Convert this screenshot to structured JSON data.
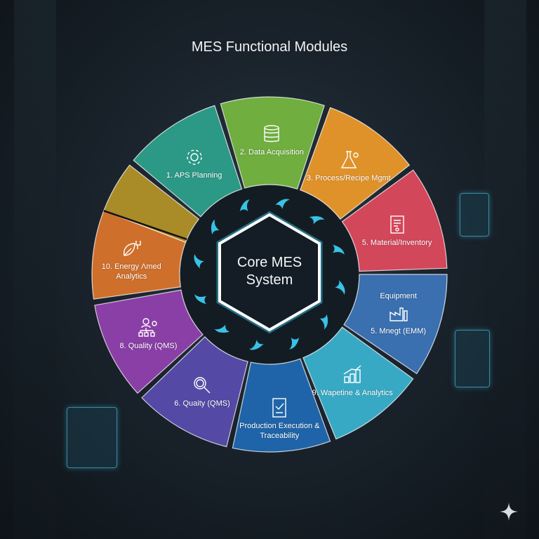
{
  "title": "MES Functional Modules",
  "center": {
    "line1": "Core MES",
    "line2": "System"
  },
  "colors": {
    "accent": "#36c3e6",
    "background": "#1a232c",
    "hex_border": "#ffffff"
  },
  "segments": [
    {
      "id": "data-acquisition",
      "heading": "",
      "label": "2. Data Acquisition",
      "color": "#6fae3f",
      "icon": "database-icon"
    },
    {
      "id": "process-recipe",
      "heading": "",
      "label": "3. Process/Recipe Mgmt",
      "color": "#e0922a",
      "icon": "flask-icon"
    },
    {
      "id": "material-inventory",
      "heading": "",
      "label": "5. Material/Inventory",
      "color": "#d3475a",
      "icon": "document-icon"
    },
    {
      "id": "equipment",
      "heading": "Equipment",
      "label": "5. Mnegt (EMM)",
      "color": "#3a6fb0",
      "icon": "factory-icon"
    },
    {
      "id": "warehouse-analytics",
      "heading": "",
      "label": "9. Wapetine & Analytics",
      "color": "#38a9c4",
      "icon": "bar-chart-icon"
    },
    {
      "id": "production-execution",
      "heading": "",
      "label": "Production Execution & Traceability",
      "color": "#1f64a8",
      "icon": "checklist-icon"
    },
    {
      "id": "quality-6",
      "heading": "",
      "label": "6. Quaity (QMS)",
      "color": "#5549a6",
      "icon": "magnifier-icon"
    },
    {
      "id": "quality-8",
      "heading": "",
      "label": "8. Quality (QMS)",
      "color": "#8a3fa6",
      "icon": "org-chart-icon"
    },
    {
      "id": "energy",
      "heading": "",
      "label": "10. Energy Λmed Analytics",
      "color": "#cf6f2c",
      "icon": "leaf-plug-icon"
    },
    {
      "id": "energy-top",
      "heading": "",
      "label": "",
      "color": "#a98b27",
      "icon": ""
    },
    {
      "id": "aps-planning",
      "heading": "",
      "label": "1. APS Planning",
      "color": "#2c9886",
      "icon": "gear-icon"
    }
  ]
}
